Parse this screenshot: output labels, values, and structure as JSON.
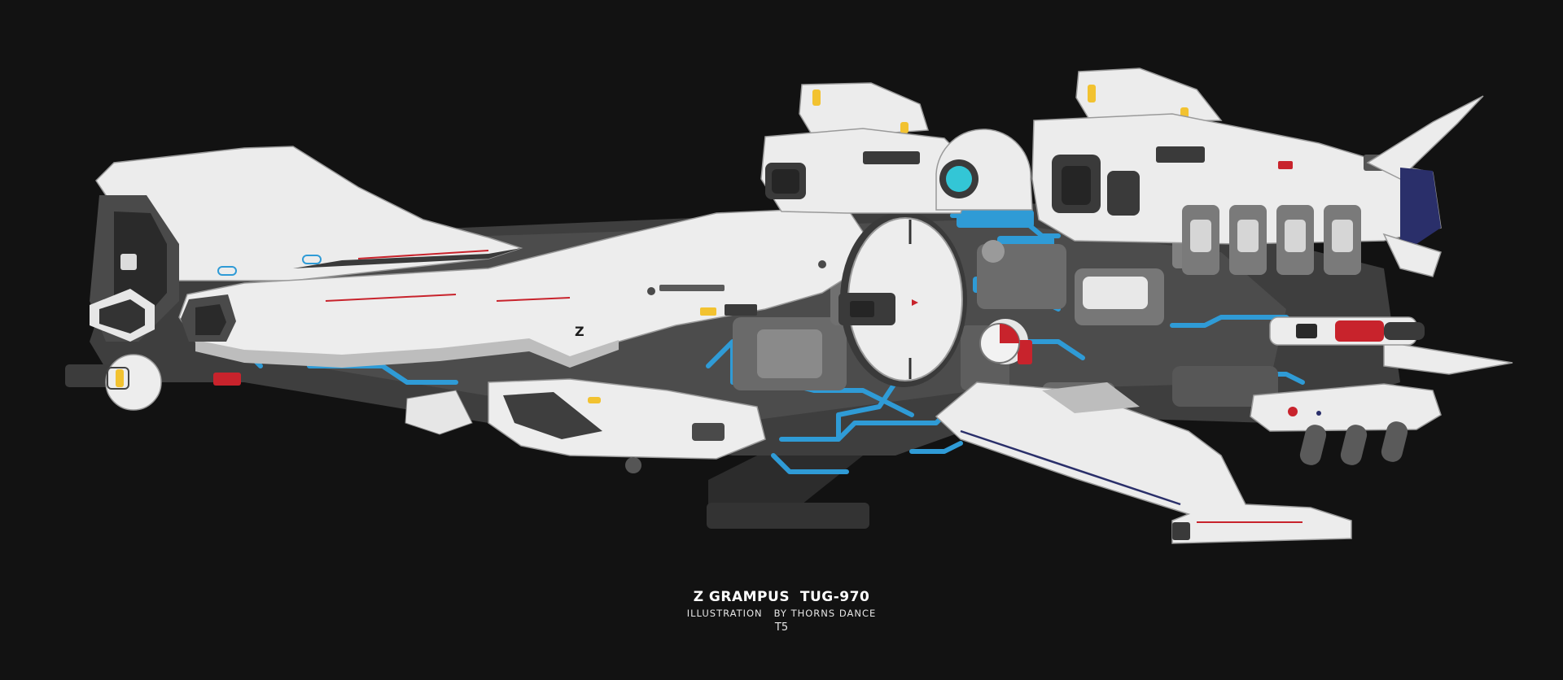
{
  "caption": {
    "title": "Z GRAMPUS  TUG-970",
    "credit": "ILLUSTRATION   BY THORNS DANCE",
    "code": "T5"
  },
  "hull_marking": "Z",
  "colors": {
    "background": "#121212",
    "hull": "#ececec",
    "hull_shadow": "#bdbdbd",
    "frame": "#4a4a4a",
    "conduit": "#2f9bd6",
    "accent_red": "#c8232c",
    "light_amber": "#f2c230",
    "sensor_cyan": "#33c6d6",
    "engine_blue": "#2a2f6a"
  }
}
